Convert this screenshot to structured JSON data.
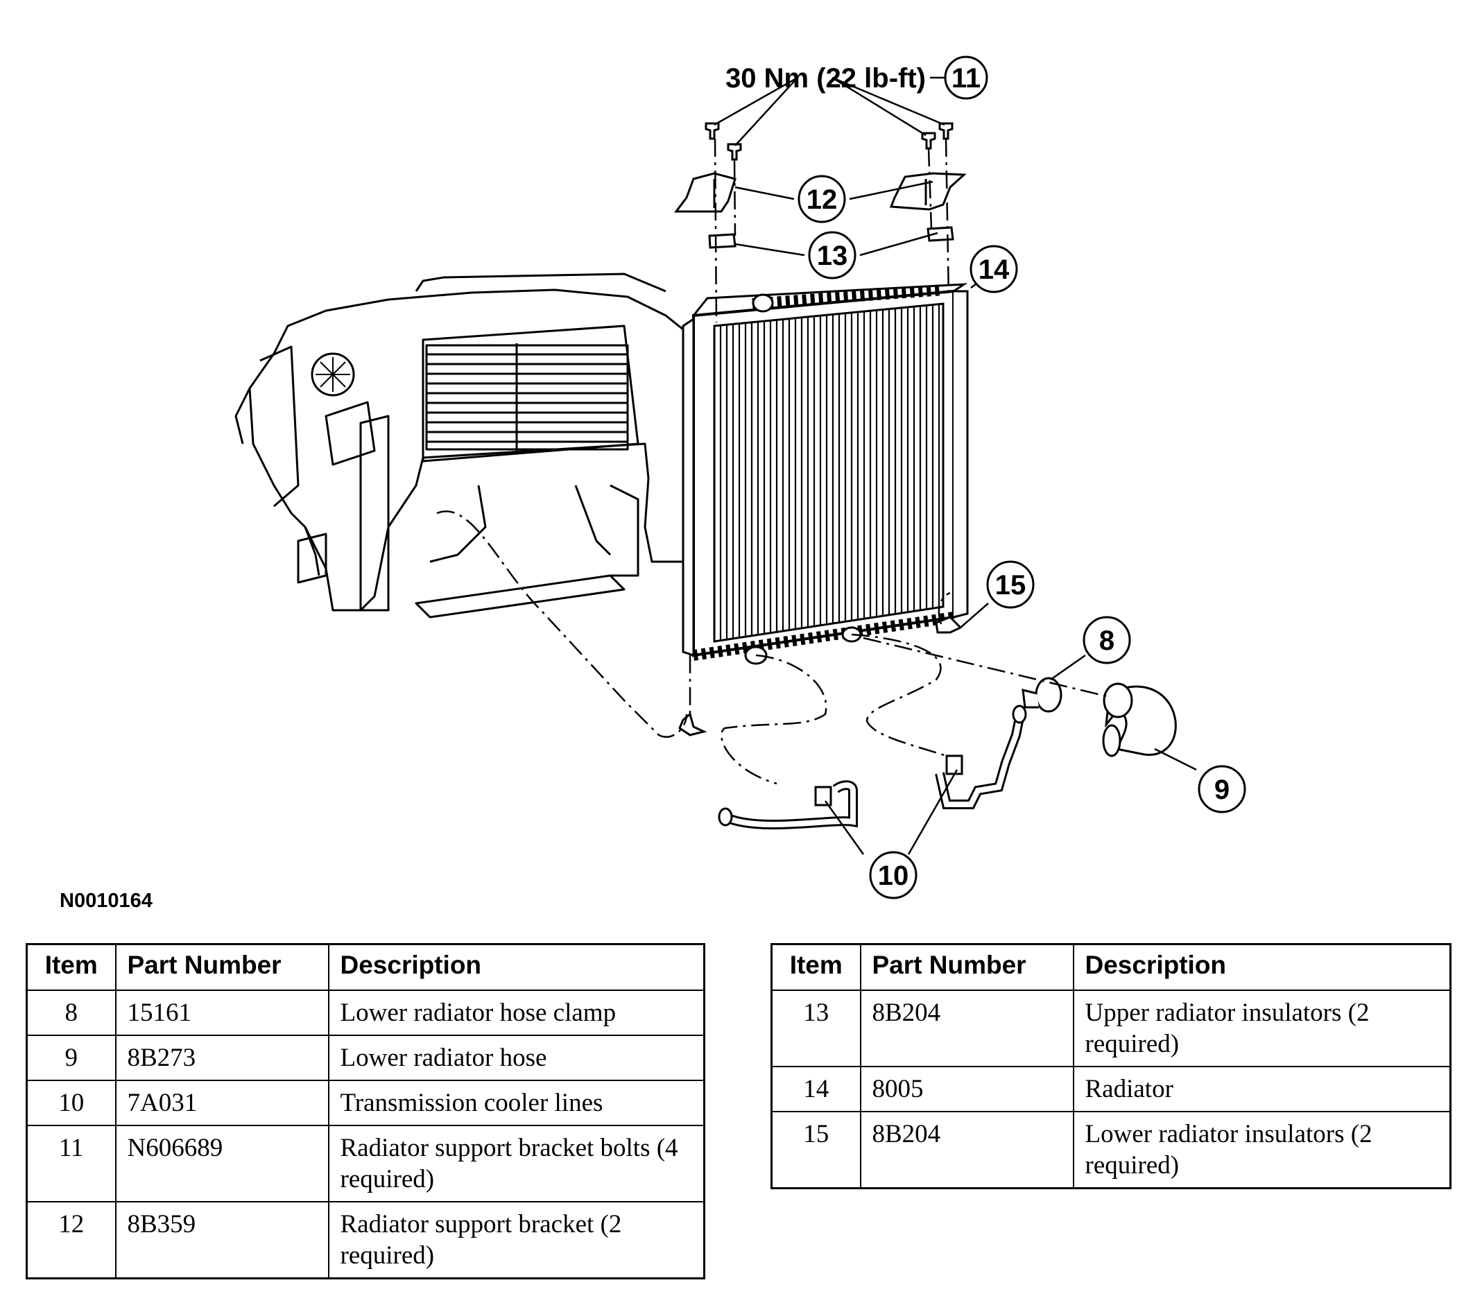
{
  "diagram": {
    "torque_spec": "30 Nm (22 lb-ft)",
    "figure_id": "N0010164",
    "callouts": [
      "11",
      "12",
      "13",
      "14",
      "15",
      "8",
      "9",
      "10"
    ],
    "icons": [
      "radiator-support",
      "radiator",
      "support-bracket",
      "insulator",
      "bolt",
      "hose-clamp",
      "lower-radiator-hose",
      "transmission-cooler-line"
    ]
  },
  "table_headers": {
    "item": "Item",
    "part_number": "Part Number",
    "description": "Description"
  },
  "parts_left": [
    {
      "item": "8",
      "part_number": "15161",
      "description": "Lower radiator hose clamp"
    },
    {
      "item": "9",
      "part_number": "8B273",
      "description": "Lower radiator hose"
    },
    {
      "item": "10",
      "part_number": "7A031",
      "description": "Transmission cooler lines"
    },
    {
      "item": "11",
      "part_number": "N606689",
      "description": "Radiator support bracket bolts (4 required)"
    },
    {
      "item": "12",
      "part_number": "8B359",
      "description": "Radiator support bracket (2 required)"
    }
  ],
  "parts_right": [
    {
      "item": "13",
      "part_number": "8B204",
      "description": "Upper radiator insulators (2 required)"
    },
    {
      "item": "14",
      "part_number": "8005",
      "description": "Radiator"
    },
    {
      "item": "15",
      "part_number": "8B204",
      "description": "Lower radiator insulators (2 required)"
    }
  ]
}
